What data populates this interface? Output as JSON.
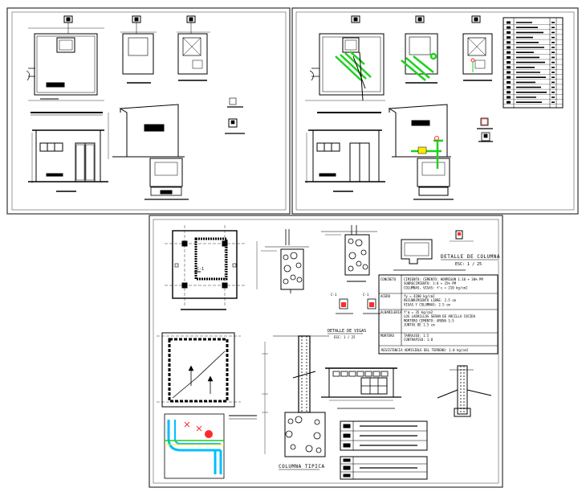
{
  "labels": {
    "detail_title": "DETALLE DE COLUMNA",
    "detail_scale": "ESC: 1 / 25",
    "typical_column": "COLUMNA TIPICA",
    "section_left": "C-1",
    "section_right": "C-1",
    "detail_mid": "DETALLE DE VIGAS",
    "detail_mid_scale": "ESC: 1 / 25"
  },
  "spec_table": {
    "rows": [
      {
        "key": "CONCRETO",
        "lines": [
          "CIMIENTO: CEMENTO: HORMIGON 1:10 + 30% PM",
          "SOBRECIMIENTO: 1:8 + 25% PM",
          "COLUMNAS, VIGAS: f'c = 210 kg/cm2"
        ]
      },
      {
        "key": "ACERO",
        "lines": [
          "fy = 4200 kg/cm2",
          "RECUBRIMIENTO LIBRE: 2.5 cm",
          "VIGAS Y COLUMNAS: 2.5 cm"
        ]
      },
      {
        "key": "ALBAÑILERIA",
        "lines": [
          "f'm = 35 kg/cm2",
          "LOS LADRILLOS SERAN DE ARCILLA COCIDA",
          "MORTERO CEMENTO: ARENA 1:5",
          "JUNTAS DE 1.5 cm"
        ]
      },
      {
        "key": "MORTERO",
        "lines": [
          "TARRAJEO: 1:5",
          "CONTRAPISO: 1:8"
        ]
      }
    ],
    "footer": "RESISTENCIA ADMISIBLE DEL TERRENO: 1.0 kg/cm2"
  }
}
